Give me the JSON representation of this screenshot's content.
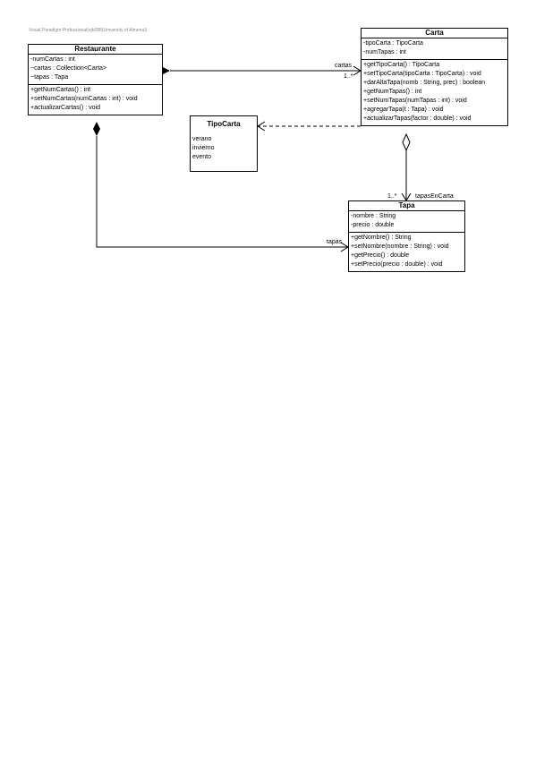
{
  "header": {
    "watermark": "Visual Paradigm Professional(ejb088(University of Almeria))"
  },
  "classes": {
    "restaurante": {
      "name": "Restaurante",
      "attributes": [
        "-numCartas : int",
        "~cartas : Collection<Carta>",
        "~tapas : Tapa"
      ],
      "operations": [
        "+getNumCartas() : int",
        "+setNumCartas(numCartas : int) : void",
        "+actualizarCartas() : void"
      ]
    },
    "carta": {
      "name": "Carta",
      "attributes": [
        "-tipoCarta : TipoCarta",
        "-numTapas : int"
      ],
      "operations": [
        "+getTipoCarta() : TipoCarta",
        "+setTipoCarta(tipoCarta : TipoCarta) : void",
        "+darAltaTapa(nomb : String, prec) : boolean",
        "+getNumTapas() : int",
        "+setNumTapas(numTapas : int) : void",
        "+agregarTapa(t : Tapa) : void",
        "+actualizarTapas(factor : double) : void"
      ]
    },
    "tipocarta": {
      "name": "TipoCarta",
      "literals": [
        "verano",
        "invierno",
        "evento"
      ]
    },
    "tapa": {
      "name": "Tapa",
      "attributes": [
        "-nombre : String",
        "-precio : double"
      ],
      "operations": [
        "+getNombre() : String",
        "+setNombre(nombre : String) : void",
        "+getPrecio() : double",
        "+setPrecio(precio : double) : void"
      ]
    }
  },
  "associations": {
    "cartas": {
      "role": "cartas",
      "multiplicity": "1..*"
    },
    "tapasEnCarta": {
      "role": "tapasEnCarta",
      "multiplicity": "1..*"
    },
    "tapas": {
      "role": "tapas"
    }
  }
}
